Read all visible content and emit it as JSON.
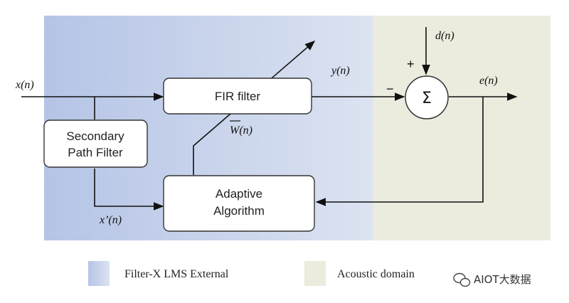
{
  "colors": {
    "filter_domain_bg_start": "#b5c4e6",
    "filter_domain_bg_end": "#dce3f1",
    "acoustic_domain_bg": "#ebebde",
    "line": "#111111",
    "block_fill": "#ffffff"
  },
  "blocks": {
    "fir_filter": "FIR filter",
    "secondary_path_line1": "Secondary",
    "secondary_path_line2": "Path Filter",
    "adaptive_line1": "Adaptive",
    "adaptive_line2": "Algorithm",
    "summer_symbol": "Σ"
  },
  "signals": {
    "x_n": "x(n)",
    "y_n": "y(n)",
    "d_n": "d(n)",
    "e_n": "e(n)",
    "x_prime_n": "x’(n)",
    "w_n": "W(n)",
    "plus": "+",
    "minus": "−"
  },
  "legend": {
    "filter_x": "Filter-X LMS External",
    "acoustic": "Acoustic domain"
  },
  "watermark": "AIOT大数据",
  "icons": [
    "wechat-icon"
  ]
}
